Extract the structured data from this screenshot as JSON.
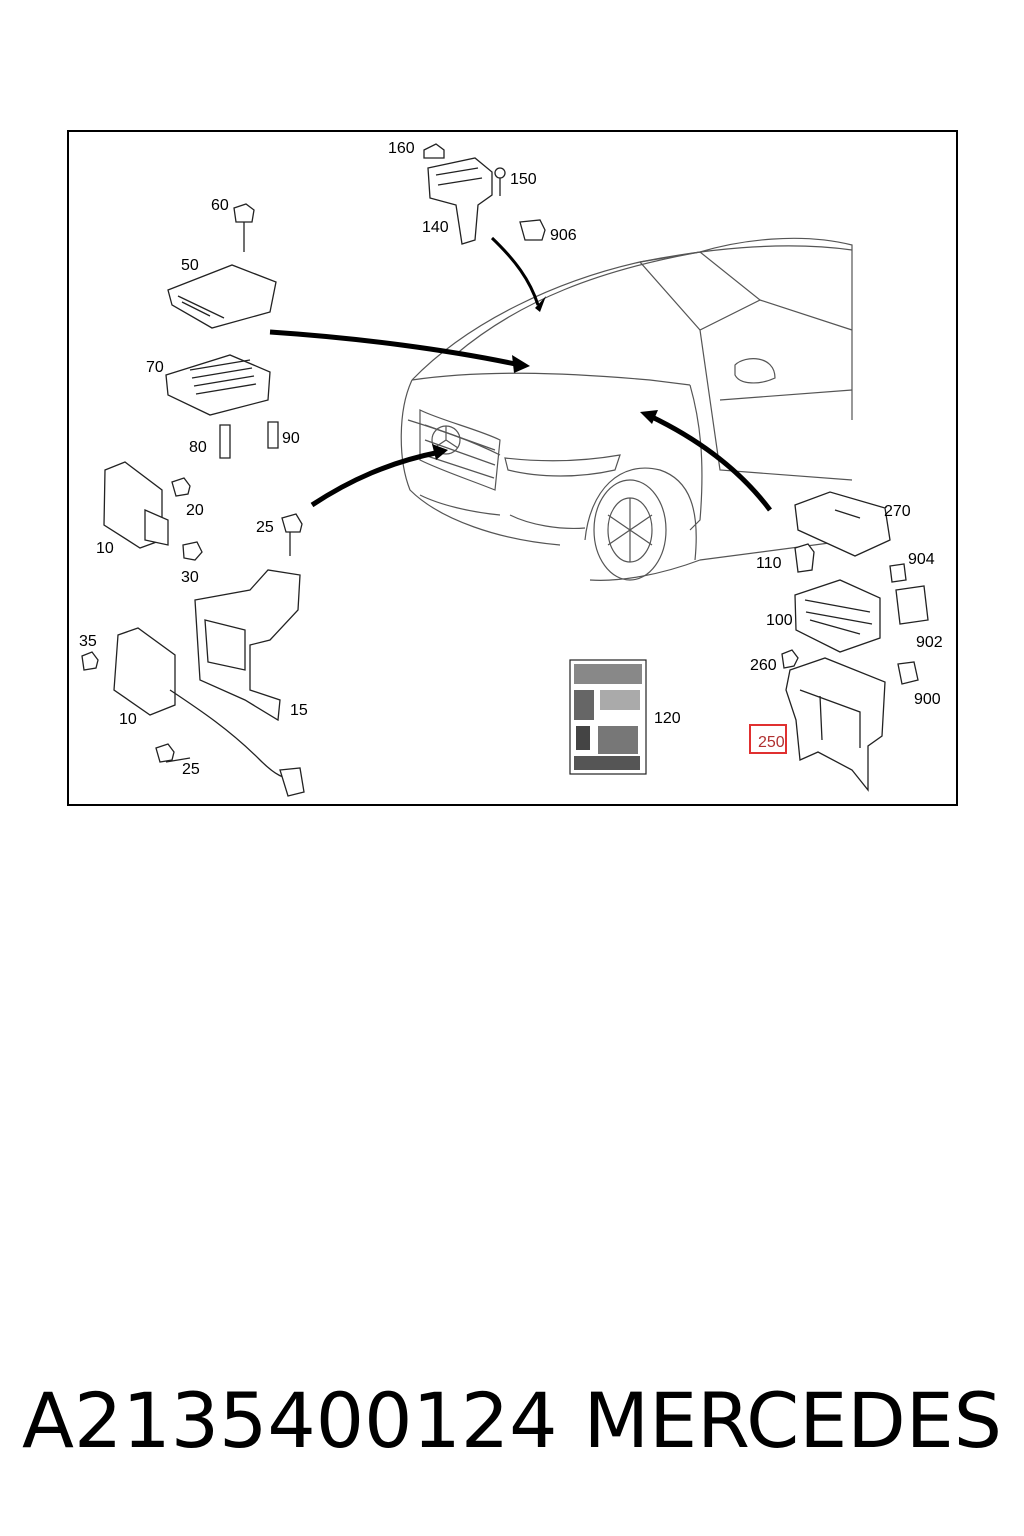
{
  "diagram": {
    "callouts": [
      {
        "id": "160",
        "label": "160"
      },
      {
        "id": "150",
        "label": "150"
      },
      {
        "id": "140",
        "label": "140"
      },
      {
        "id": "906",
        "label": "906"
      },
      {
        "id": "60",
        "label": "60"
      },
      {
        "id": "50",
        "label": "50"
      },
      {
        "id": "70",
        "label": "70"
      },
      {
        "id": "80",
        "label": "80"
      },
      {
        "id": "90",
        "label": "90"
      },
      {
        "id": "20",
        "label": "20"
      },
      {
        "id": "10a",
        "label": "10"
      },
      {
        "id": "30",
        "label": "30"
      },
      {
        "id": "25a",
        "label": "25"
      },
      {
        "id": "35",
        "label": "35"
      },
      {
        "id": "10b",
        "label": "10"
      },
      {
        "id": "15",
        "label": "15"
      },
      {
        "id": "25b",
        "label": "25"
      },
      {
        "id": "120",
        "label": "120"
      },
      {
        "id": "270",
        "label": "270"
      },
      {
        "id": "110",
        "label": "110"
      },
      {
        "id": "904",
        "label": "904"
      },
      {
        "id": "100",
        "label": "100"
      },
      {
        "id": "902",
        "label": "902"
      },
      {
        "id": "260",
        "label": "260"
      },
      {
        "id": "900",
        "label": "900"
      },
      {
        "id": "250",
        "label": "250",
        "highlighted": true
      }
    ],
    "highlight_color": "#e03030"
  },
  "footer": {
    "part_number": "A2135400124",
    "brand": "MERCEDES"
  }
}
